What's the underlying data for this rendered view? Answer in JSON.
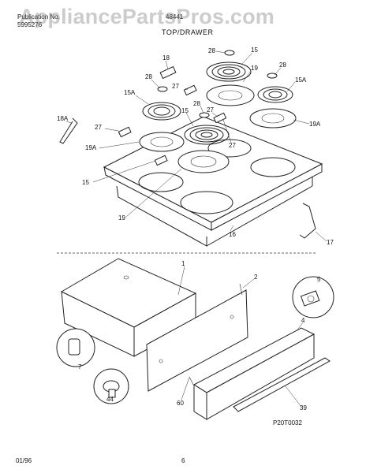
{
  "header": {
    "publication_label": "Publication No.",
    "publication_no": "5995276",
    "model": "48441",
    "section_title": "TOP/DRAWER"
  },
  "watermark": "AppliancePartsPros.com",
  "parts": {
    "p1": "1",
    "p2": "2",
    "p4": "4",
    "p5": "5",
    "p7": "7",
    "p15a": "15",
    "p15b": "15",
    "p15c": "15",
    "p15A_left": "15A",
    "p15A_right": "15A",
    "p16": "16",
    "p17": "17",
    "p18": "18",
    "p18A": "18A",
    "p19a": "19",
    "p19b": "19",
    "p19A_left": "19A",
    "p19A_right": "19A",
    "p27a": "27",
    "p27b": "27",
    "p27c": "27",
    "p27d": "27",
    "p28a": "28",
    "p28b": "28",
    "p28c": "28",
    "p28d": "28",
    "p39": "39",
    "p44": "44",
    "p60": "60"
  },
  "drawing_code": "P20T0032",
  "footer": {
    "date": "01/96",
    "page": "6"
  }
}
